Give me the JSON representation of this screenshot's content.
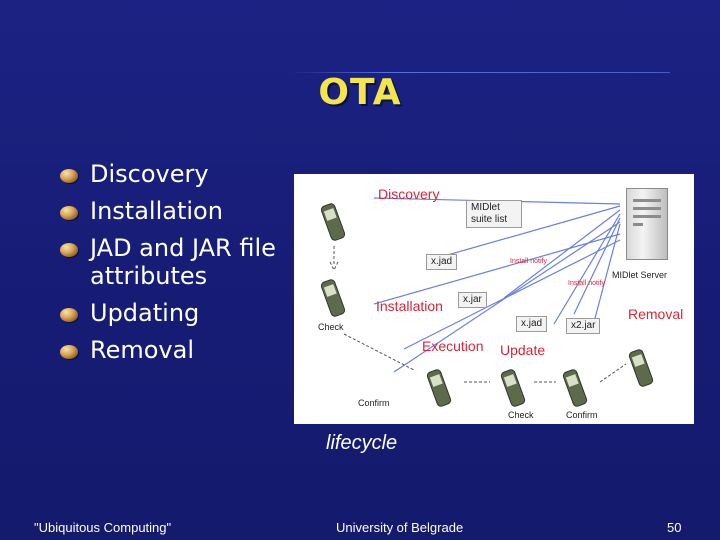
{
  "slide": {
    "title": "OTA",
    "bullets": [
      "Discovery",
      "Installation",
      "JAD and JAR file attributes",
      "Updating",
      "Removal"
    ],
    "caption": "lifecycle"
  },
  "diagram": {
    "discovery": "Discovery",
    "midlet_suite_list": "MIDlet suite list",
    "x_jad_1": "x.jad",
    "install_notify": "Install notify",
    "midlet_server": "MIDlet Server",
    "check_1": "Check",
    "installation": "Installation",
    "x_jar": "x.jar",
    "install_notify_2": "Install notify",
    "removal": "Removal",
    "x_jad_2": "x.jad",
    "x2_jar": "x2.jar",
    "execution": "Execution",
    "update": "Update",
    "confirm_1": "Confirm",
    "check_2": "Check",
    "confirm_2": "Confirm"
  },
  "footer": {
    "left": "\"Ubiquitous Computing\"",
    "center": "University of Belgrade",
    "page": "50"
  },
  "colors": {
    "background": "#1a1f7c",
    "title": "#f2e64a",
    "diagram_red": "#d9263a"
  }
}
